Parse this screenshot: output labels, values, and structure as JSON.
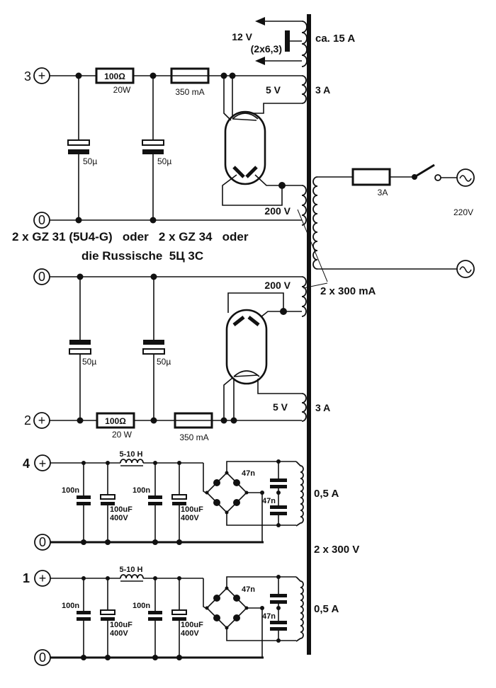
{
  "diagram": {
    "title": "Tube power supply schematic",
    "terminals": {
      "t3": {
        "number": "3",
        "symbol": "+"
      },
      "t0a": {
        "symbol": "0"
      },
      "t0b": {
        "symbol": "0"
      },
      "t2": {
        "number": "2",
        "symbol": "+"
      },
      "t4": {
        "number": "4",
        "symbol": "+"
      },
      "t0c": {
        "symbol": "0"
      },
      "t1": {
        "number": "1",
        "symbol": "+"
      },
      "t0d": {
        "symbol": "0"
      }
    },
    "upper_supply": {
      "resistor": "100Ω",
      "resistor_power": "20W",
      "fuse": "350 mA",
      "cap1": "50µ",
      "cap2": "50µ",
      "heater_winding": "5 V",
      "heater_current": "3 A",
      "hv_winding": "200 V"
    },
    "lower_supply": {
      "resistor": "100Ω",
      "resistor_power": "20 W",
      "fuse": "350 mA",
      "cap1": "50µ",
      "cap2": "50µ",
      "heater_winding": "5 V",
      "heater_current": "3 A",
      "hv_winding": "200 V"
    },
    "tube_note_line1": "2 x GZ 31 (5U4-G)   oder   2 x GZ 34   oder",
    "tube_note_line2": "die Russische  5Ц 3C",
    "filament": {
      "voltage": "12 V",
      "detail": "(2x6,3)",
      "current": "ca. 15 A"
    },
    "hv_current": "2 x 300 mA",
    "primary": {
      "fuse": "3A",
      "mains": "220V"
    },
    "bias_supply_a": {
      "choke": "5-10 H",
      "cap_small_1": "100n",
      "cap_small_2": "100n",
      "elko_1_value": "100uF",
      "elko_1_voltage": "400V",
      "elko_2_value": "100uF",
      "elko_2_voltage": "400V",
      "snub_1": "47n",
      "snub_2": "47n",
      "winding_current": "0,5 A"
    },
    "bias_supply_b": {
      "choke": "5-10 H",
      "cap_small_1": "100n",
      "cap_small_2": "100n",
      "elko_1_value": "100uF",
      "elko_1_voltage": "400V",
      "elko_2_value": "100uF",
      "elko_2_voltage": "400V",
      "snub_1": "47n",
      "snub_2": "47n",
      "winding_current": "0,5 A"
    },
    "secondary_voltage": "2 x 300 V"
  }
}
